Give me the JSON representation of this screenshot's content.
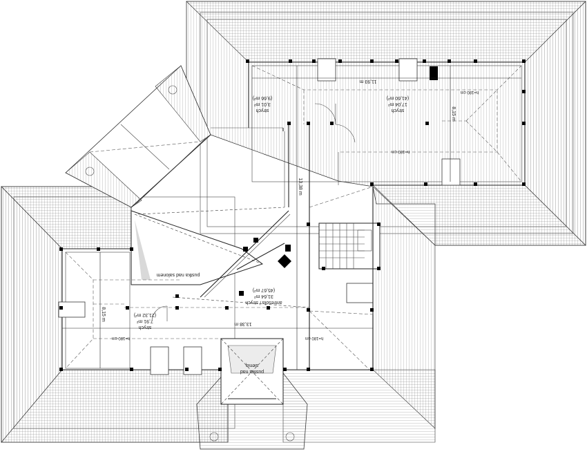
{
  "rooms": {
    "attic_top_left": {
      "name": "strych",
      "area_1": "3,01 m²",
      "area_2": "(9,66 m²)"
    },
    "attic_top_right": {
      "name": "strych",
      "area_1": "17,04 m²",
      "area_2": "(41,60 m²)"
    },
    "mezzanine": {
      "name": "antresola / strych",
      "area_1": "31,64 m²",
      "area_2": "(45,67 m²)"
    },
    "attic_left": {
      "name": "strych",
      "area_1": "7,91 m²",
      "area_2": "(21,32 m²)"
    }
  },
  "voids": {
    "over_salon": "pustka nad salonem",
    "over_stairs_1": "pustka nad",
    "over_stairs_2": "sienią"
  },
  "dimensions": {
    "top_width": "11,93 m",
    "top_depth": "8,15 m",
    "vertical_main": "13,38 m",
    "left_depth": "8,15 m",
    "horizontal_main": "13,38 m"
  },
  "heights": {
    "h1": "h=180 cm",
    "h2": "h=180 cm",
    "h3": "h=180 cm",
    "h4": "h=180 cm"
  },
  "colors": {
    "line": "#333333",
    "void_fill": "#d9d9d9",
    "solid": "#000000"
  }
}
